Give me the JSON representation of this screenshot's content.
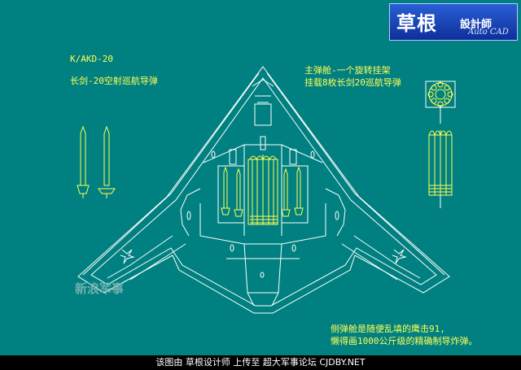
{
  "labels": {
    "model_code": "K/AKD-20",
    "missile_name": "长剑-20空射巡航导弹",
    "bay_line1": "主弹舱-一个旋转挂架",
    "bay_line2": "挂载8枚长剑20巡航导弹",
    "side_line1": "侧弹舱是随便乱填的鹰击91,",
    "side_line2": "懒得画1000公斤级的精确制导炸弹。"
  },
  "logo": {
    "main": "草根",
    "sub": "設計師",
    "script": "Auto CAD"
  },
  "watermark": "新浪军事",
  "footer": "该图由 草根设计师 上传至 超大军事论坛 CJDBY.NET",
  "colors": {
    "background": "#008080",
    "line_white": "#ffffff",
    "line_yellow": "#ffff55"
  }
}
